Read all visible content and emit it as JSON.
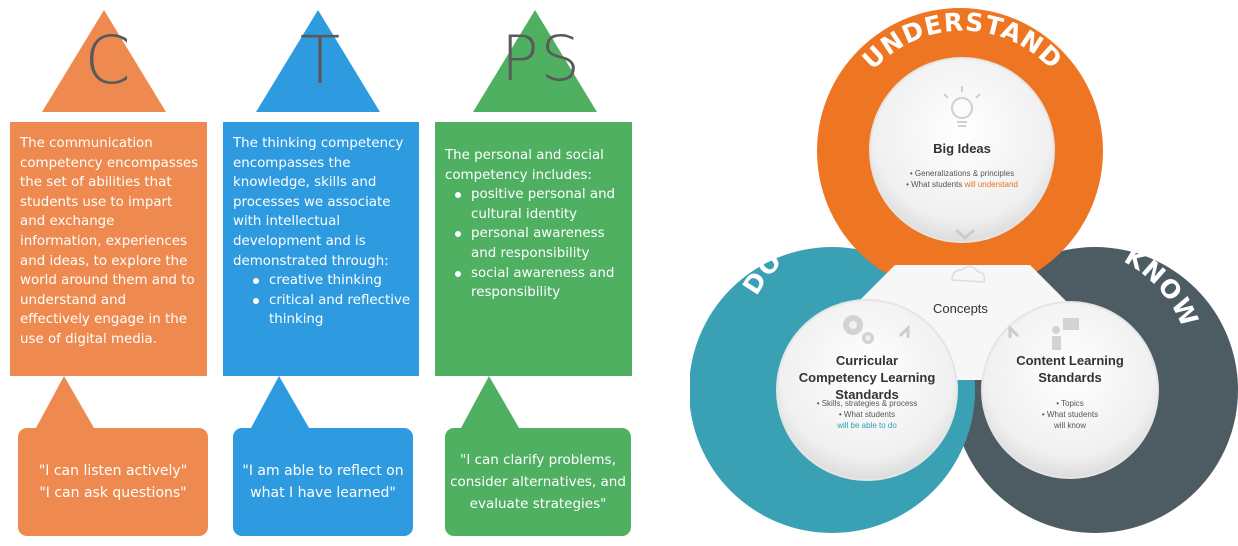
{
  "competencies": [
    {
      "letter": "C",
      "description": "The communication competency encompasses the set of abilities that students use to impart and exchange information, experiences and ideas, to explore the world around them and to understand and effectively engage in the use of digital media.",
      "bullets": [],
      "quote": "\"I can listen actively\"\n\"I can ask questions\"",
      "color": "#ee8a4f"
    },
    {
      "letter": "T",
      "description": "The thinking competency encompasses the knowledge, skills and processes we associate with intellectual development and is demonstrated through:",
      "bullets": [
        "creative thinking",
        "critical and reflective thinking"
      ],
      "quote": "\"I am able to reflect on what I have learned\"",
      "color": "#2e9be0"
    },
    {
      "letter": "PS",
      "description": "The personal and social competency includes:",
      "bullets": [
        "positive personal and cultural identity",
        "personal awareness and responsibility",
        "social awareness and responsibility"
      ],
      "quote": "\"I can clarify problems, consider alternatives, and evaluate strategies\"",
      "color": "#4fb062"
    }
  ],
  "curriculum_model": {
    "rings": {
      "understand": "UNDERSTAND",
      "do": "DO",
      "know": "KNOW"
    },
    "colors": {
      "understand": "#ee7623",
      "do": "#3aa0b4",
      "know": "#4d5c63"
    },
    "center": "Concepts",
    "big_ideas": {
      "title": "Big Ideas",
      "line1": "• Generalizations & principles",
      "line2_prefix": "• What students ",
      "line2_highlight": "will understand",
      "icon": "lightbulb-icon"
    },
    "curricular": {
      "title": "Curricular Competency Learning Standards",
      "line1": "• Skills, strategies & process",
      "line2": "• What students",
      "line3_highlight": "will be able to do",
      "icon": "gear-icon"
    },
    "content": {
      "title": "Content Learning Standards",
      "line1": "• Topics",
      "line2": "• What students",
      "line3": "will know",
      "icon": "presenter-icon"
    }
  }
}
